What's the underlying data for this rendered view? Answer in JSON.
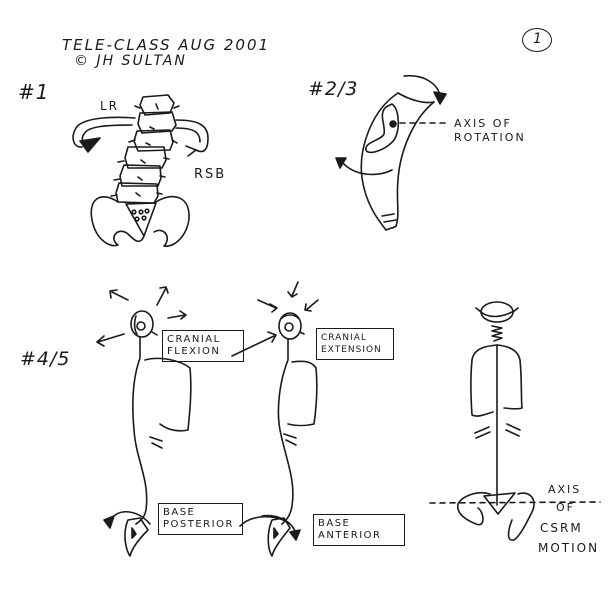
{
  "header": {
    "title_line1": "TELE-CLASS AUG 2001",
    "title_line2": "© JH SULTAN",
    "page_number": "1"
  },
  "figure1": {
    "number": "#1",
    "label_lr": "LR",
    "label_rsb": "RSB"
  },
  "figure2": {
    "number": "#2/3",
    "axis_label_line1": "AXIS OF",
    "axis_label_line2": "ROTATION"
  },
  "figure3": {
    "number": "#4/5",
    "flexion_line1": "CRANIAL",
    "flexion_line2": "FLEXION",
    "extension_line1": "CRANIAL",
    "extension_line2": "EXTENSION",
    "posterior_line1": "BASE",
    "posterior_line2": "POSTERIOR",
    "anterior_line1": "BASE",
    "anterior_line2": "ANTERIOR"
  },
  "figure4": {
    "axis_line1": "AXIS",
    "axis_line2": "OF",
    "axis_line3": "CSRM",
    "axis_line4": "MOTION"
  },
  "colors": {
    "ink": "#1a1a1a",
    "paper": "#ffffff"
  }
}
